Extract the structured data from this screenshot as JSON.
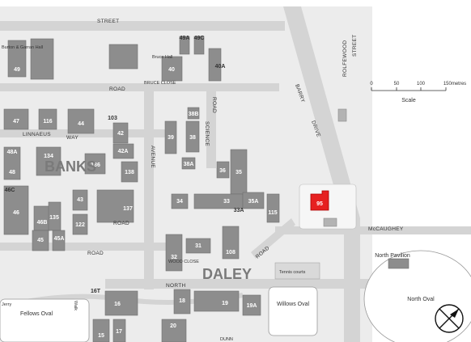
{
  "streets": {
    "street_top": "STREET",
    "street_right": "STREET",
    "road_upper": "ROAD",
    "road_lower": "ROAD",
    "road_mid": "ROAD",
    "linnaeus": "LINNAEUS",
    "way": "WAY",
    "avenue": "AVENUE",
    "science": "SCIENCE",
    "road_science": "ROAD",
    "barry": "BARRY",
    "drive": "DRIVE",
    "rolfewood": "ROLFEWOOD",
    "mccaughey": "McCAUGHEY",
    "north": "NORTH",
    "close_bruce": "BRUCE CLOSE",
    "close_wood": "WOOD CLOSE",
    "dunn": "DUNN"
  },
  "areas": {
    "banks": "BANKS",
    "daley": "DALEY"
  },
  "places": {
    "burton_garran": "Burton & Garran Hall",
    "bruce_hall": "Bruce Hall",
    "north_pavilion": "North Pavilion",
    "north_oval": "North Oval",
    "willows_oval": "Willows Oval",
    "fellows_oval": "Fellows Oval",
    "tennis_courts": "Tennis courts",
    "jerry": "Jerry",
    "walk": "Walk"
  },
  "buildings": [
    "49",
    "49A",
    "49C",
    "40",
    "40A",
    "47",
    "116",
    "44",
    "103",
    "42",
    "42A",
    "38B",
    "39",
    "38",
    "38A",
    "36",
    "35",
    "48A",
    "134",
    "136",
    "138",
    "48",
    "43",
    "46C",
    "46",
    "46B",
    "135",
    "45A",
    "122",
    "137",
    "45",
    "34",
    "33",
    "33A",
    "35A",
    "115",
    "32",
    "31",
    "108",
    "16T",
    "16",
    "18",
    "19",
    "19A",
    "15",
    "17",
    "20",
    "95"
  ],
  "highlight": {
    "building": "95",
    "color": "#e62020"
  },
  "scale": {
    "ticks": [
      "0",
      "50",
      "100",
      "150metres"
    ],
    "label": "Scale"
  },
  "compass": {
    "icon": "compass-north-icon"
  }
}
